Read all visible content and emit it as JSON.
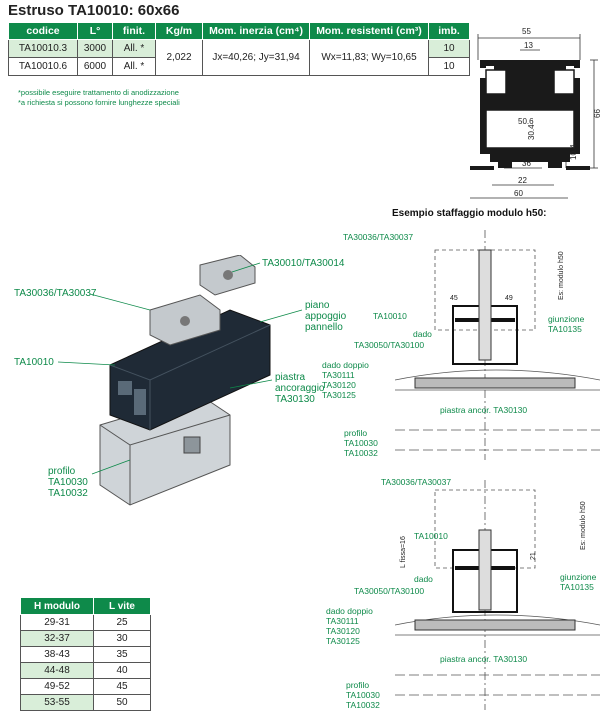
{
  "title": "Estruso TA10010: 60x66",
  "spec_table": {
    "headers": [
      "codice",
      "L°",
      "finit.",
      "Kg/m",
      "Mom. inerzia (cm⁴)",
      "Mom. resistenti (cm³)",
      "imb."
    ],
    "rows": [
      {
        "codice": "TA10010.3",
        "l": "3000",
        "finit": "All. *",
        "imb": "10"
      },
      {
        "codice": "TA10010.6",
        "l": "6000",
        "finit": "All. *",
        "imb": "10"
      }
    ],
    "kg": "2,022",
    "inerzia": "Jx=40,26; Jy=31,94",
    "resistenti": "Wx=11,83; Wy=10,65"
  },
  "notes": [
    "*possibile eseguire trattamento di anodizzazione",
    "*a richiesta si possono fornire lunghezze speciali"
  ],
  "profile_dims": {
    "w55": "55",
    "w13": "13",
    "d506": "50.6",
    "d304": "30.4",
    "h66": "66",
    "w36": "36",
    "h104": "10.4",
    "w22": "22",
    "w60": "60"
  },
  "iso_labels": {
    "ta30010": "TA30010/TA30014",
    "ta30036": "TA30036/TA30037",
    "ta10010": "TA10010",
    "piano": "piano\nappoggio\npannello",
    "piastra": "piastra\nancoraggio\nTA30130",
    "profilo": "profilo\nTA10030\nTA10032"
  },
  "example_heading": "Esempio staffaggio modulo h50:",
  "diagram1": {
    "ta30036": "TA30036/TA30037",
    "ta10010": "TA10010",
    "dado": "dado",
    "ta30050": "TA30050/TA30100",
    "giunzione": "giunzione\nTA10135",
    "dado_doppio": "dado doppio\nTA30111\nTA30120\nTA30125",
    "piastra": "piastra ancor. TA30130",
    "profilo": "profilo\nTA10030\nTA10032",
    "esmodulo": "Es: modulo h50",
    "d45": "45",
    "d49": "49"
  },
  "diagram2": {
    "ta30036": "TA30036/TA30037",
    "ta10010": "TA10010",
    "dado": "dado",
    "ta30050": "TA30050/TA30100",
    "giunzione": "giunzione\nTA10135",
    "dado_doppio": "dado doppio\nTA30111\nTA30120\nTA30125",
    "piastra": "piastra ancor. TA30130",
    "profilo": "profilo\nTA10030\nTA10032",
    "esmodulo": "Es: modulo h50",
    "lfissa": "L fissa=16",
    "d21": "21"
  },
  "hmodulo_table": {
    "headers": [
      "H modulo",
      "L vite"
    ],
    "rows": [
      [
        "29-31",
        "25"
      ],
      [
        "32-37",
        "30"
      ],
      [
        "38-43",
        "35"
      ],
      [
        "44-48",
        "40"
      ],
      [
        "49-52",
        "45"
      ],
      [
        "53-55",
        "50"
      ]
    ]
  },
  "colors": {
    "accent": "#0e8a4a",
    "light": "#d9eed9"
  }
}
